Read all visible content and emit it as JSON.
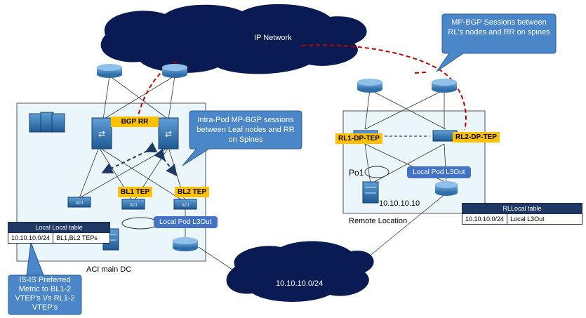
{
  "clouds": {
    "ip_network": "IP Network",
    "subnet": "10.10.10.0/24"
  },
  "labels": {
    "aci_main_dc": "ACI main DC",
    "remote_location": "Remote Location",
    "po1": "Po1",
    "remote_ip": "10.10.10.10"
  },
  "tags": {
    "bgp_rr": "BGP RR",
    "bl1_tep": "BL1 TEP",
    "bl2_tep": "BL2 TEP",
    "rl1_dp_tep": "RL1-DP-TEP",
    "rl2_dp_tep": "RL2-DP-TEP"
  },
  "pills": {
    "local_l3out_main": "Local Pod L3Out",
    "local_l3out_remote": "Local Pod L3Out"
  },
  "callouts": {
    "mpbgp_remote": "MP-BGP Sessions between RL's nodes and RR on spines",
    "intra_pod": "Intra-Pod MP-BGP sessions between Leaf nodes and RR on Spines",
    "isis": "IS-IS Preferred Metric to BL1-2 VTEP's Vs RL1-2 VTEP's"
  },
  "tables": {
    "local": {
      "header": "Local Local table",
      "rows": [
        [
          "10.10.10.0/24",
          "BL1,BL2 TEPs"
        ]
      ]
    },
    "rl": {
      "header": "RLLocal table",
      "rows": [
        [
          "10.10.10.0/24",
          "Local L3Out"
        ]
      ]
    }
  },
  "device_icons": {
    "aci": "ACI",
    "apic": "APIC"
  },
  "colors": {
    "cloud": "#0a1a52",
    "callout": "#4a86c8",
    "tag": "#ffc000",
    "pill": "#4472c4",
    "dc_box": "#eaf6fa",
    "mpbgp_dash": "#c00000",
    "intra_dash": "#1f3864"
  }
}
